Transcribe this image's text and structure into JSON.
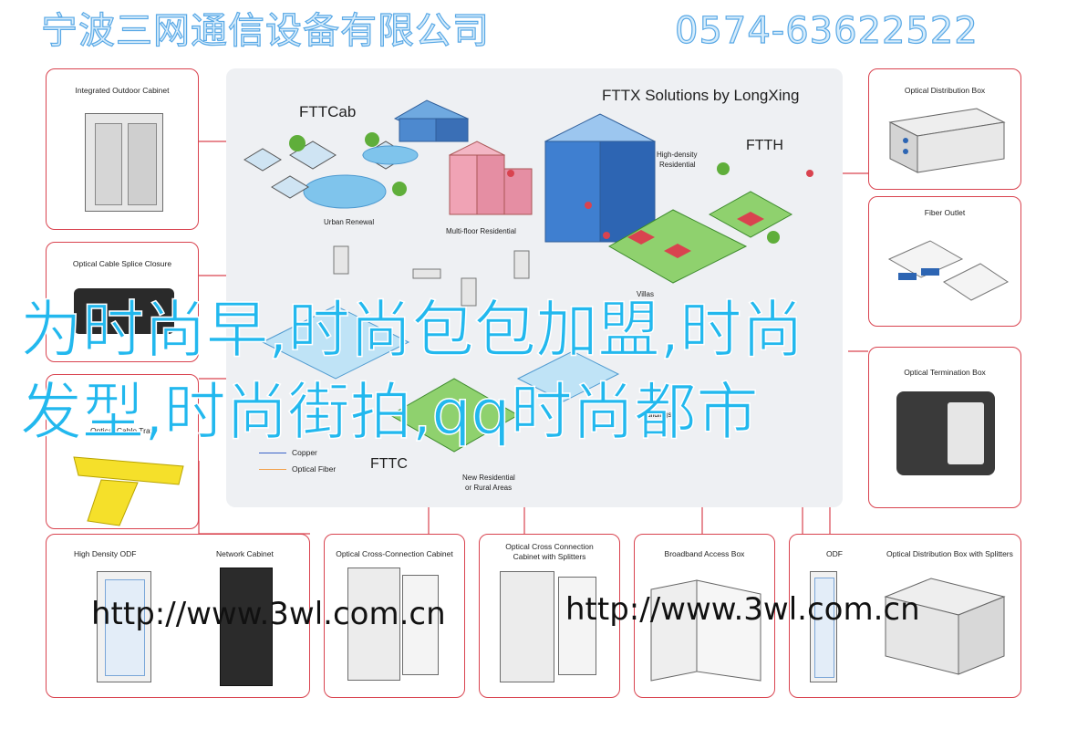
{
  "header": {
    "company": "宁波三网通信设备有限公司",
    "phone": "0574-63622522"
  },
  "center": {
    "title": "FTTX Solutions by LongXing",
    "fttcab": "FTTCab",
    "ftth": "FTTH",
    "fttc": "FTTC",
    "urban_renewal": "Urban Renewal",
    "multi_floor": "Multi-floor Residential",
    "high_density": "High-density",
    "residential": "Residential",
    "villas": "Villas",
    "new_residential_1": "New Residential",
    "new_residential_2": "or Rural Areas",
    "buildings": "Buildings",
    "legend_copper": "Copper",
    "legend_fiber": "Optical Fiber",
    "colors": {
      "copper": "#3a62c8",
      "fiber": "#f2a14a",
      "connector": "#d9434f"
    }
  },
  "devices": {
    "integrated_outdoor_cabinet": "Integrated Outdoor Cabinet",
    "optical_cable_splice_closure": "Optical Cable Splice Closure",
    "optical_cable_tray": "Optical Cable Tray",
    "optical_distribution_box": "Optical Distribution Box",
    "fiber_outlet": "Fiber Outlet",
    "optical_termination_box": "Optical Termination Box",
    "high_density_odf": "High Density ODF",
    "network_cabinet": "Network Cabinet",
    "optical_cross_connection_cabinet": "Optical Cross-Connection Cabinet",
    "optical_cross_connection_splitters_1": "Optical Cross Connection",
    "optical_cross_connection_splitters_2": "Cabinet with Splitters",
    "broadband_access_box": "Broadband Access Box",
    "odf": "ODF",
    "optical_distribution_box_splitters": "Optical Distribution Box with Splitters"
  },
  "overlay": {
    "line1": "为时尚早,时尚包包加盟,时尚",
    "line2": "发型,时尚街拍,qq时尚都市",
    "url_left": "http://www.3wl.com.cn",
    "url_right": "http://www.3wl.com.cn"
  }
}
